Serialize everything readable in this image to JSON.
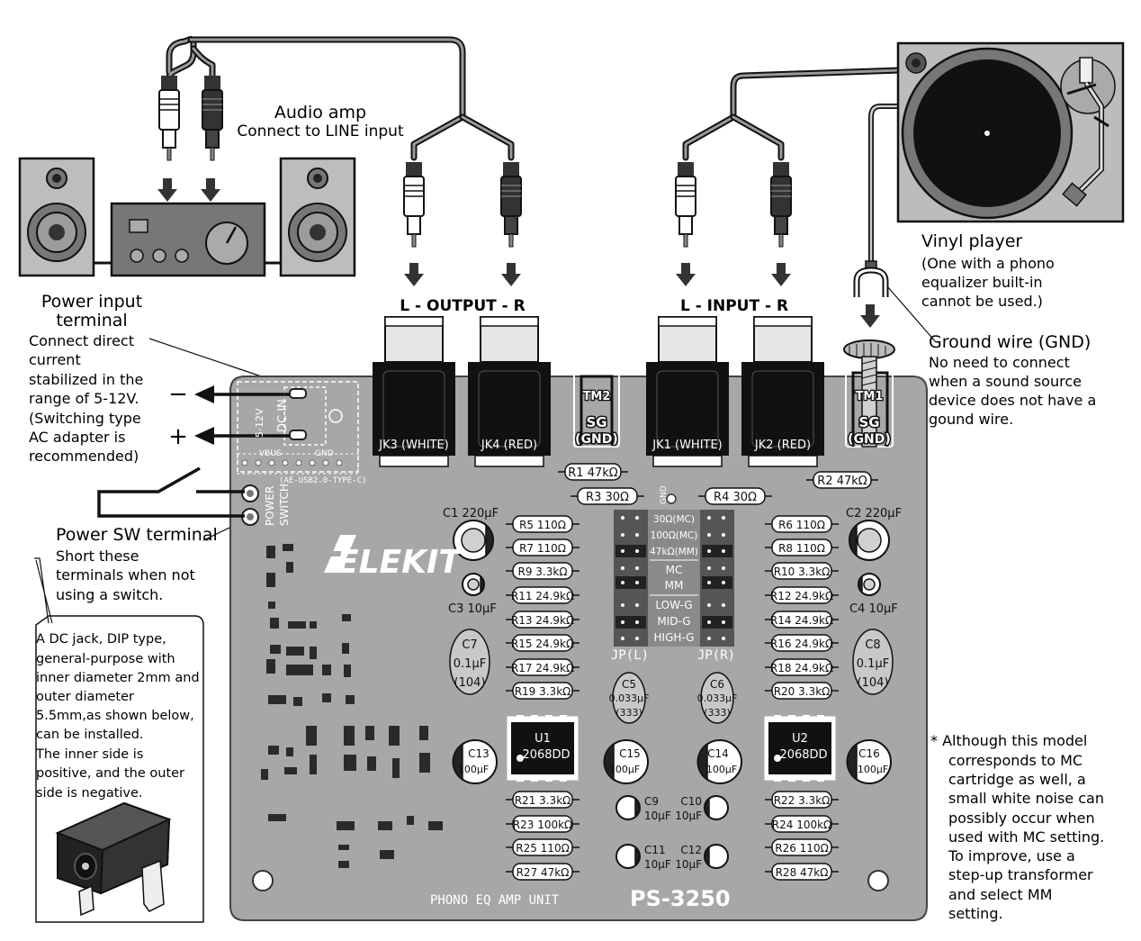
{
  "labels": {
    "audio_amp_title": "Audio amp",
    "audio_amp_sub": "Connect to LINE input",
    "output_label": "L - OUTPUT - R",
    "input_label": "L  -  INPUT  -  R",
    "vinyl_title": "Vinyl player",
    "vinyl_sub": [
      "(One with a phono",
      "equalizer built-in",
      "cannot be used.)"
    ],
    "ground_title": "Ground wire (GND)",
    "ground_sub": [
      "No need to connect",
      "when a sound source",
      "device does not have a",
      "gound wire."
    ],
    "power_input_title": [
      "Power input",
      "terminal"
    ],
    "power_input_sub": [
      "Connect direct",
      "current",
      "stabilized in the",
      "range of 5-12V.",
      "(Switching type",
      "AC adapter is",
      "recommended)"
    ],
    "minus": "−",
    "plus": "+",
    "power_sw_title": "Power SW terminal",
    "power_sw_sub": [
      "Short these",
      "terminals when not",
      "using a switch."
    ],
    "dc_jack_note": [
      "A DC jack, DIP type,",
      "general-purpose  with",
      "inner diameter 2mm and",
      "outer diameter",
      "5.5mm,as shown below,",
      "can be installed.",
      "The inner side is",
      "positive, and the outer",
      "side is negative."
    ],
    "mc_note": [
      "*  Although this model",
      "corresponds to MC",
      "cartridge as well, a",
      "small white noise can",
      "possibly occur when",
      "used with MC setting.",
      "To improve, use a",
      "step-up transformer",
      "and select MM",
      "setting."
    ]
  },
  "board": {
    "jacks": [
      "JK3 (WHITE)",
      "JK4 (RED)",
      "JK1 (WHITE)",
      "JK2 (RED)"
    ],
    "tm2": [
      "TM2",
      "SG",
      "(GND)"
    ],
    "tm1": [
      "TM1",
      "SG",
      "(GND)"
    ],
    "dc_in": "DC IN",
    "voltage": "5-12V",
    "vbus": "VBUS",
    "gnd": "GND",
    "usb": "(AE-USB2.0-TYPE-C)",
    "power_switch": [
      "POWER",
      "SWITCH"
    ],
    "gnd_vertical": "GND",
    "logo": "ELEKIT",
    "unit_name": "PHONO EQ AMP UNIT",
    "model": "PS-3250",
    "jp_l": "JP(L)",
    "jp_r": "JP(R)",
    "jp_modes": [
      "30Ω(MC)",
      "100Ω(MC)",
      "47kΩ(MM)",
      "MC",
      "MM",
      "LOW-G",
      "MID-G",
      "HIGH-G"
    ],
    "center_resistors": [
      "R1 47kΩ",
      "R3 30Ω",
      "R4 30Ω",
      "R2 47kΩ"
    ],
    "left_resistors": [
      "R5 110Ω",
      "R7 110Ω",
      "R9 3.3kΩ",
      "R11 24.9kΩ",
      "R13 24.9kΩ",
      "R15 24.9kΩ",
      "R17 24.9kΩ",
      "R19 3.3kΩ"
    ],
    "right_resistors": [
      "R6 110Ω",
      "R8 110Ω",
      "R10 3.3kΩ",
      "R12 24.9kΩ",
      "R14 24.9kΩ",
      "R16 24.9kΩ",
      "R18 24.9kΩ",
      "R20 3.3kΩ"
    ],
    "bottom_left_resistors": [
      "R21 3.3kΩ",
      "R23 100kΩ",
      "R25 110Ω",
      "R27 47kΩ"
    ],
    "bottom_right_resistors": [
      "R22 3.3kΩ",
      "R24 100kΩ",
      "R26 110Ω",
      "R28 47kΩ"
    ],
    "c1": "C1 220μF",
    "c2": "C2 220μF",
    "c3": "C3 10μF",
    "c4": "C4 10μF",
    "c7": [
      "C7",
      "0.1μF",
      "(104)"
    ],
    "c8": [
      "C8",
      "0.1μF",
      "(104)"
    ],
    "c5": [
      "C5",
      "0.033μF",
      "(333)"
    ],
    "c6": [
      "C6",
      "0.033μF",
      "(333)"
    ],
    "u1": [
      "U1",
      "2068DD"
    ],
    "u2": [
      "U2",
      "2068DD"
    ],
    "c13": [
      "C13",
      "100μF"
    ],
    "c15": [
      "C15",
      "100μF"
    ],
    "c14": [
      "C14",
      "100μF"
    ],
    "c16": [
      "C16",
      "100μF"
    ],
    "c9": [
      "C9",
      "10μF"
    ],
    "c10": [
      "C10",
      "10μF"
    ],
    "c11": [
      "C11",
      "10μF"
    ],
    "c12": [
      "C12",
      "10μF"
    ]
  }
}
